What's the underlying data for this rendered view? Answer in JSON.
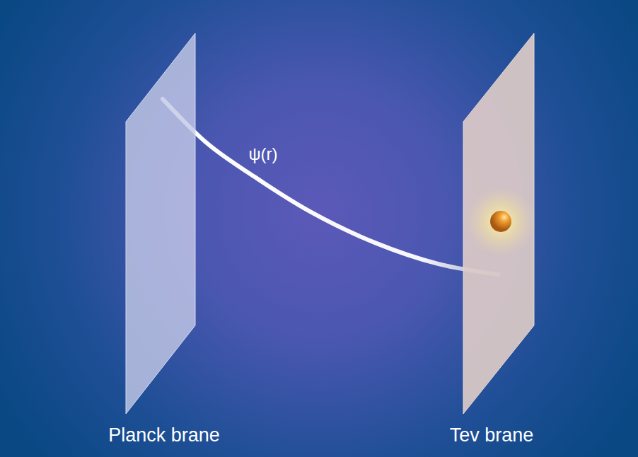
{
  "diagram": {
    "nodes": [
      {
        "text": [
          "Planck brane"
        ]
      },
      {
        "text": [
          "Tev brane"
        ]
      }
    ],
    "edges": [
      {
        "from": 0,
        "to": 1,
        "arrow": "none",
        "label": "ψ(r)"
      }
    ]
  }
}
